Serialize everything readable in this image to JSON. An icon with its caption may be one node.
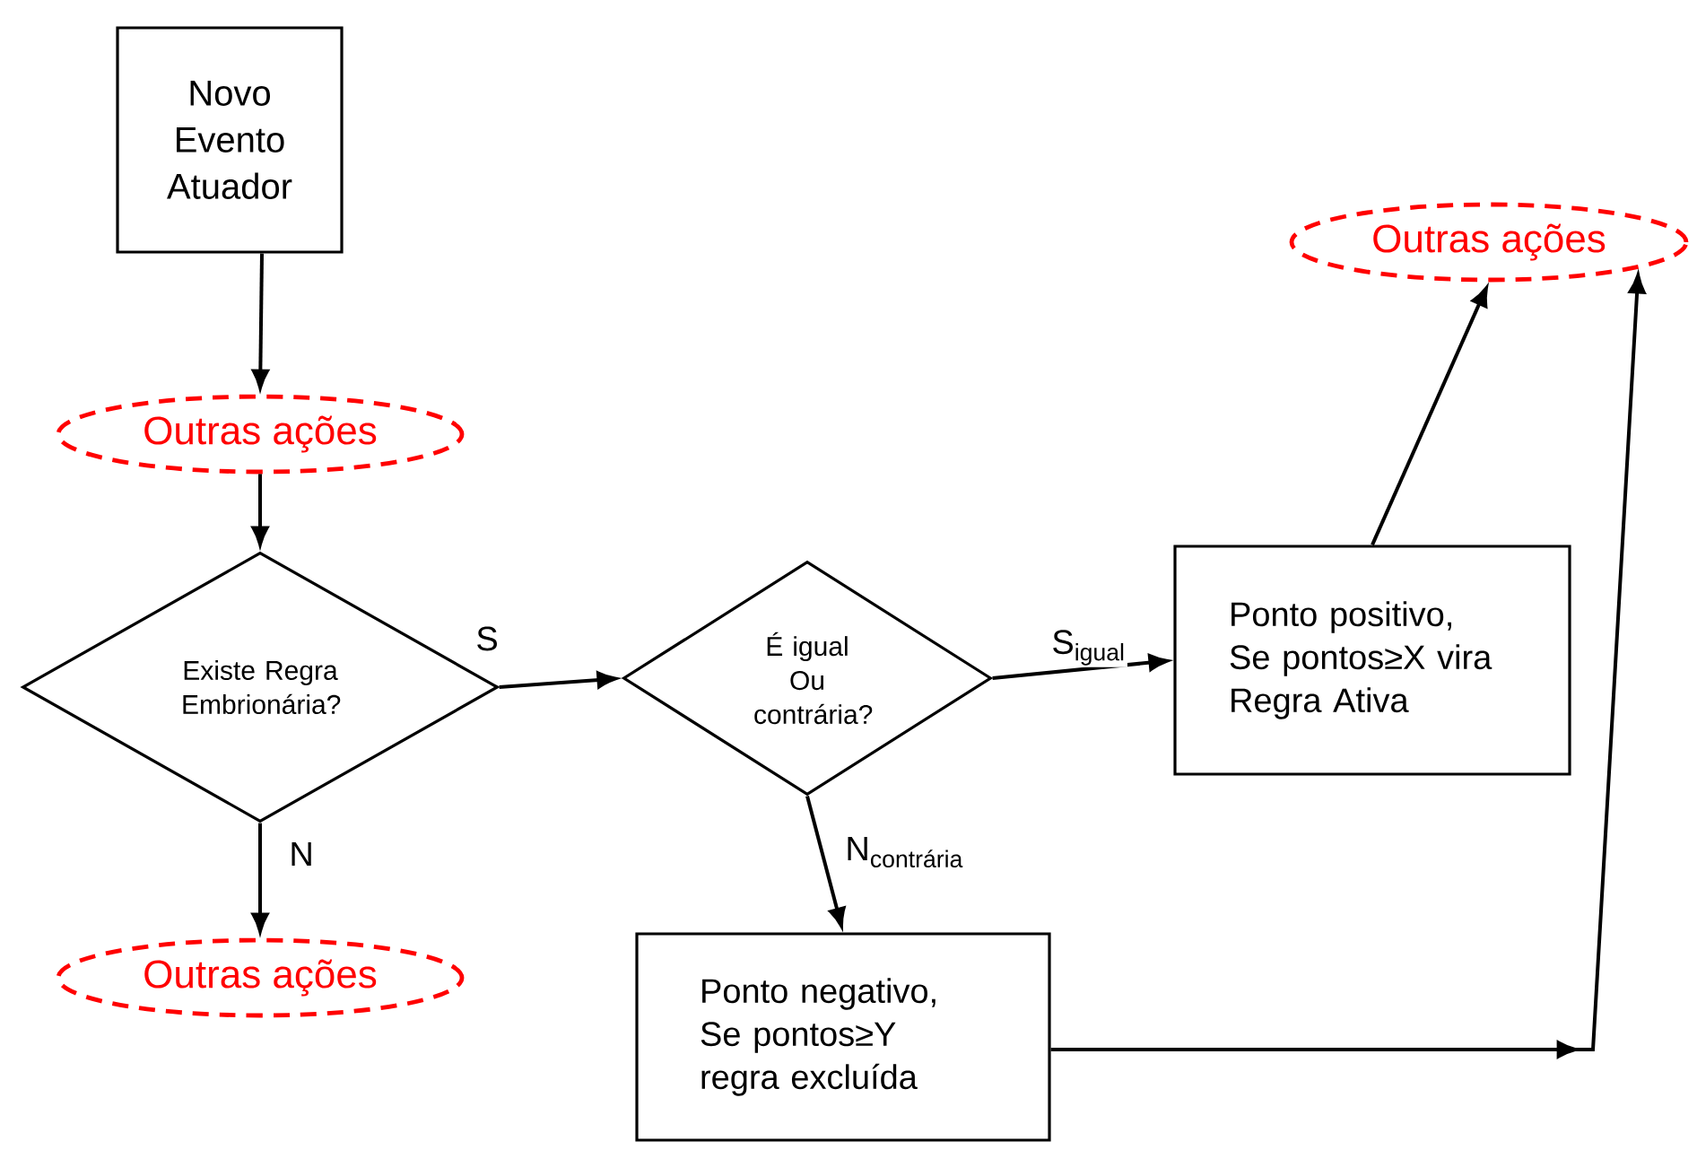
{
  "diagram": {
    "nodes": [
      {
        "text": [
          "Novo Evento Atuador"
        ]
      },
      {
        "text": [
          "Outras ações"
        ]
      },
      {
        "text": [
          "Existe Regra Embrionária?"
        ]
      },
      {
        "text": [
          "Outras ações"
        ]
      },
      {
        "text": [
          "É igual Ou contrária?"
        ]
      },
      {
        "text": [
          "Ponto positivo, Se pontos≥X vira Regra Ativa"
        ]
      },
      {
        "text": [
          "Ponto negativo, Se pontos≥Y regra excluída"
        ]
      },
      {
        "text": [
          "Outras ações"
        ]
      }
    ],
    "edges": [
      {
        "from": 0,
        "to": 1,
        "arrow": "to"
      },
      {
        "from": 1,
        "to": 2,
        "arrow": "to"
      },
      {
        "from": 2,
        "to": 4,
        "arrow": "to",
        "label": "S"
      },
      {
        "from": 2,
        "to": 3,
        "arrow": "to",
        "label": "N"
      },
      {
        "from": 4,
        "to": 5,
        "arrow": "to",
        "label": "\\text{S}_{\\text{igual}}"
      },
      {
        "from": 4,
        "to": 6,
        "arrow": "to",
        "label": "\\text{N}_{\\text{contrária}}"
      },
      {
        "from": 5,
        "to": 7,
        "arrow": "to"
      },
      {
        "from": 6,
        "to": 7,
        "arrow": "to"
      }
    ]
  }
}
